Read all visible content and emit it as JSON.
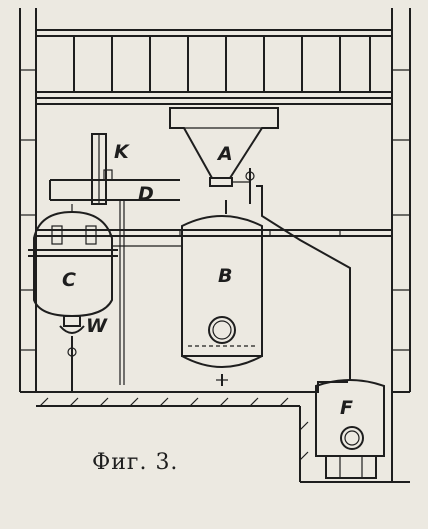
{
  "labels": {
    "A": "A",
    "B": "B",
    "C": "C",
    "D": "D",
    "F": "F",
    "K": "K",
    "W": "W"
  },
  "caption": "Фиг. 3."
}
